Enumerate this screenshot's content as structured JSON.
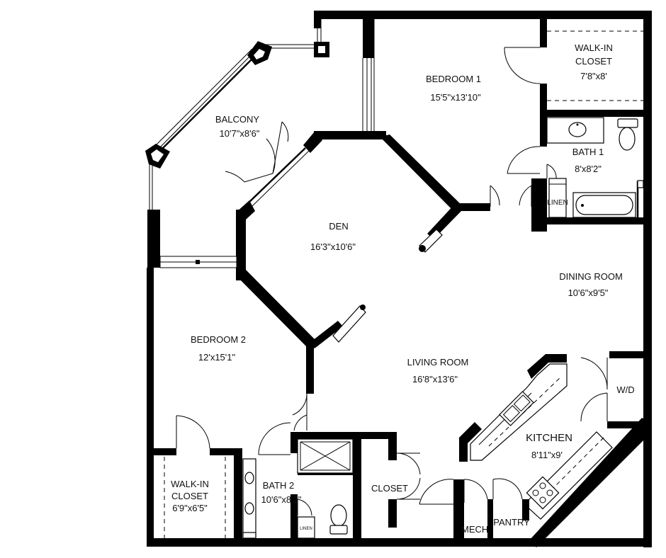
{
  "rooms": {
    "balcony": {
      "name": "BALCONY",
      "dims": "10'7\"x8'6\""
    },
    "bedroom1": {
      "name": "BEDROOM 1",
      "dims": "15'5\"x13'10\""
    },
    "walkin1": {
      "name1": "WALK-IN",
      "name2": "CLOSET",
      "dims": "7'8\"x8'"
    },
    "bath1": {
      "name": "BATH 1",
      "dims": "8'x8'2\""
    },
    "linen1": {
      "name": "LINEN"
    },
    "den": {
      "name": "DEN",
      "dims": "16'3\"x10'6\""
    },
    "dining": {
      "name": "DINING ROOM",
      "dims": "10'6\"x9'5\""
    },
    "bedroom2": {
      "name": "BEDROOM 2",
      "dims": "12'x15'1\""
    },
    "living": {
      "name": "LIVING ROOM",
      "dims": "16'8\"x13'6\""
    },
    "wd": {
      "name": "W/D"
    },
    "kitchen": {
      "name": "KITCHEN",
      "dims": "8'11\"x9'"
    },
    "walkin2": {
      "name1": "WALK-IN",
      "name2": "CLOSET",
      "dims": "6'9\"x6'5\""
    },
    "bath2": {
      "name": "BATH 2",
      "dims": "10'6\"x8'2\""
    },
    "linen2": {
      "name": "LINEN"
    },
    "closet": {
      "name": "CLOSET"
    },
    "mech": {
      "name": "MECH."
    },
    "pantry": {
      "name": "PANTRY"
    }
  }
}
